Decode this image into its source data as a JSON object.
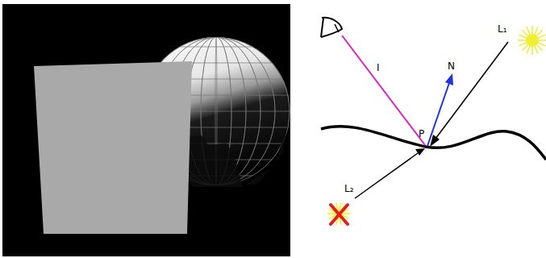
{
  "diagram": {
    "labels": [
      "I",
      "N",
      "L₁",
      "P",
      "L₂"
    ]
  }
}
